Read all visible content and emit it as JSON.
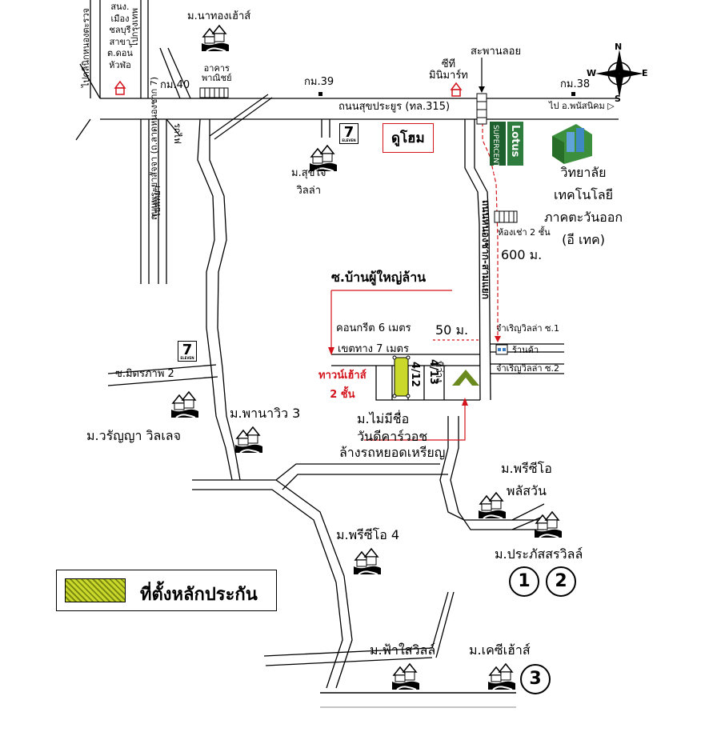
{
  "roads": {
    "main_road": "ถนนสุขประยูร (ทล.315)",
    "to_phanat": "ไป อ.พนัสนิคม ▷",
    "vert_left_a": "ไปกรุงเทพ",
    "vert_left_b": "ไปพัทยา",
    "vert_left_road": "ถนนพระยาสัจจา (ถ.ลาดหนองชาก 7)",
    "vert_left_school": "ไปคลินิกหนองตะรวจ",
    "km40": "กม.40",
    "km39": "กม.39",
    "km38": "กม.38",
    "rail_label": "รถไฟ",
    "bridge": "สะพานลอย",
    "right_road": "ถนนหนองชาก-สามแยก",
    "soi_main": "ซ.บ้านผู้ใหญ่ล้าน",
    "soi_mittraphap": "ซ.มิตรภาพ 2",
    "concrete": "คอนกรีต 6 เมตร",
    "boundary": "เขตทาง 7 เมตร",
    "dist_50": "50 ม.",
    "dist_600": "600 ม."
  },
  "places": {
    "top_left_office": [
      "สนง.",
      "เมือง",
      "ชลบุรี",
      "สาขา",
      "ต.ดอน",
      "หัวฬ่อ"
    ],
    "m_nathonghouse": "ม.นาทองเฮ้าส์",
    "commercial": [
      "อาคาร",
      "พาณิชย์"
    ],
    "ct_minimart": [
      "ซีที",
      "มินิมาร์ท"
    ],
    "dohome": "ดูโฮม",
    "lotus_brand": "Lotus",
    "lotus_sub": "SUPERCENTER",
    "m_sukjai": [
      "ม.สุขใจ",
      "วิลล่า"
    ],
    "college": [
      "วิทยาลัย",
      "เทคโนโลยี",
      "ภาคตะวันออก",
      "(อี เทค)"
    ],
    "rooms": "ห้องเช่า 2 ชั้น",
    "charoen1": "จำเริญวิลล่า ซ.1",
    "charoen2": "จำเริญวิลล่า ซ.2",
    "shop": "ร้านค้า",
    "townhouse": [
      "ทาวน์เฮ้าส์",
      "2 ชั้น"
    ],
    "plot_412": "4/12",
    "plot_413": "4/13",
    "empty_lot": "ที่ว่าง",
    "m_nameless": "ม.ไม่มีชื่อ",
    "carwash": [
      "วันดีคาร์วอช",
      "ล้างรถหยอดเหรียญ"
    ],
    "m_panavil": "ม.พานาวิว 3",
    "m_varanya": "ม.วรัญญา วิลเลจ",
    "m_prisio_pulse": [
      "ม.พรีซีโอ",
      "พลัสวัน"
    ],
    "m_prisio4": "ม.พรีซีโอ 4",
    "m_prapas": "ม.ประภัสสรวิลล์",
    "m_fahsai": "ม.ฟ้าใสวิลล์",
    "m_kc": "ม.เคซีเฮ้าส์",
    "num1": "1",
    "num2": "2",
    "num3": "3",
    "seven": "7",
    "seven_sub": "ELEVEN"
  },
  "compass": {
    "n": "N",
    "s": "S",
    "e": "E",
    "w": "W"
  },
  "legend": {
    "label": "ที่ตั้งหลักประกัน"
  },
  "colors": {
    "accent": "#d4141c",
    "plot": "#c9d82a",
    "lotus": "#1d5f2d"
  }
}
